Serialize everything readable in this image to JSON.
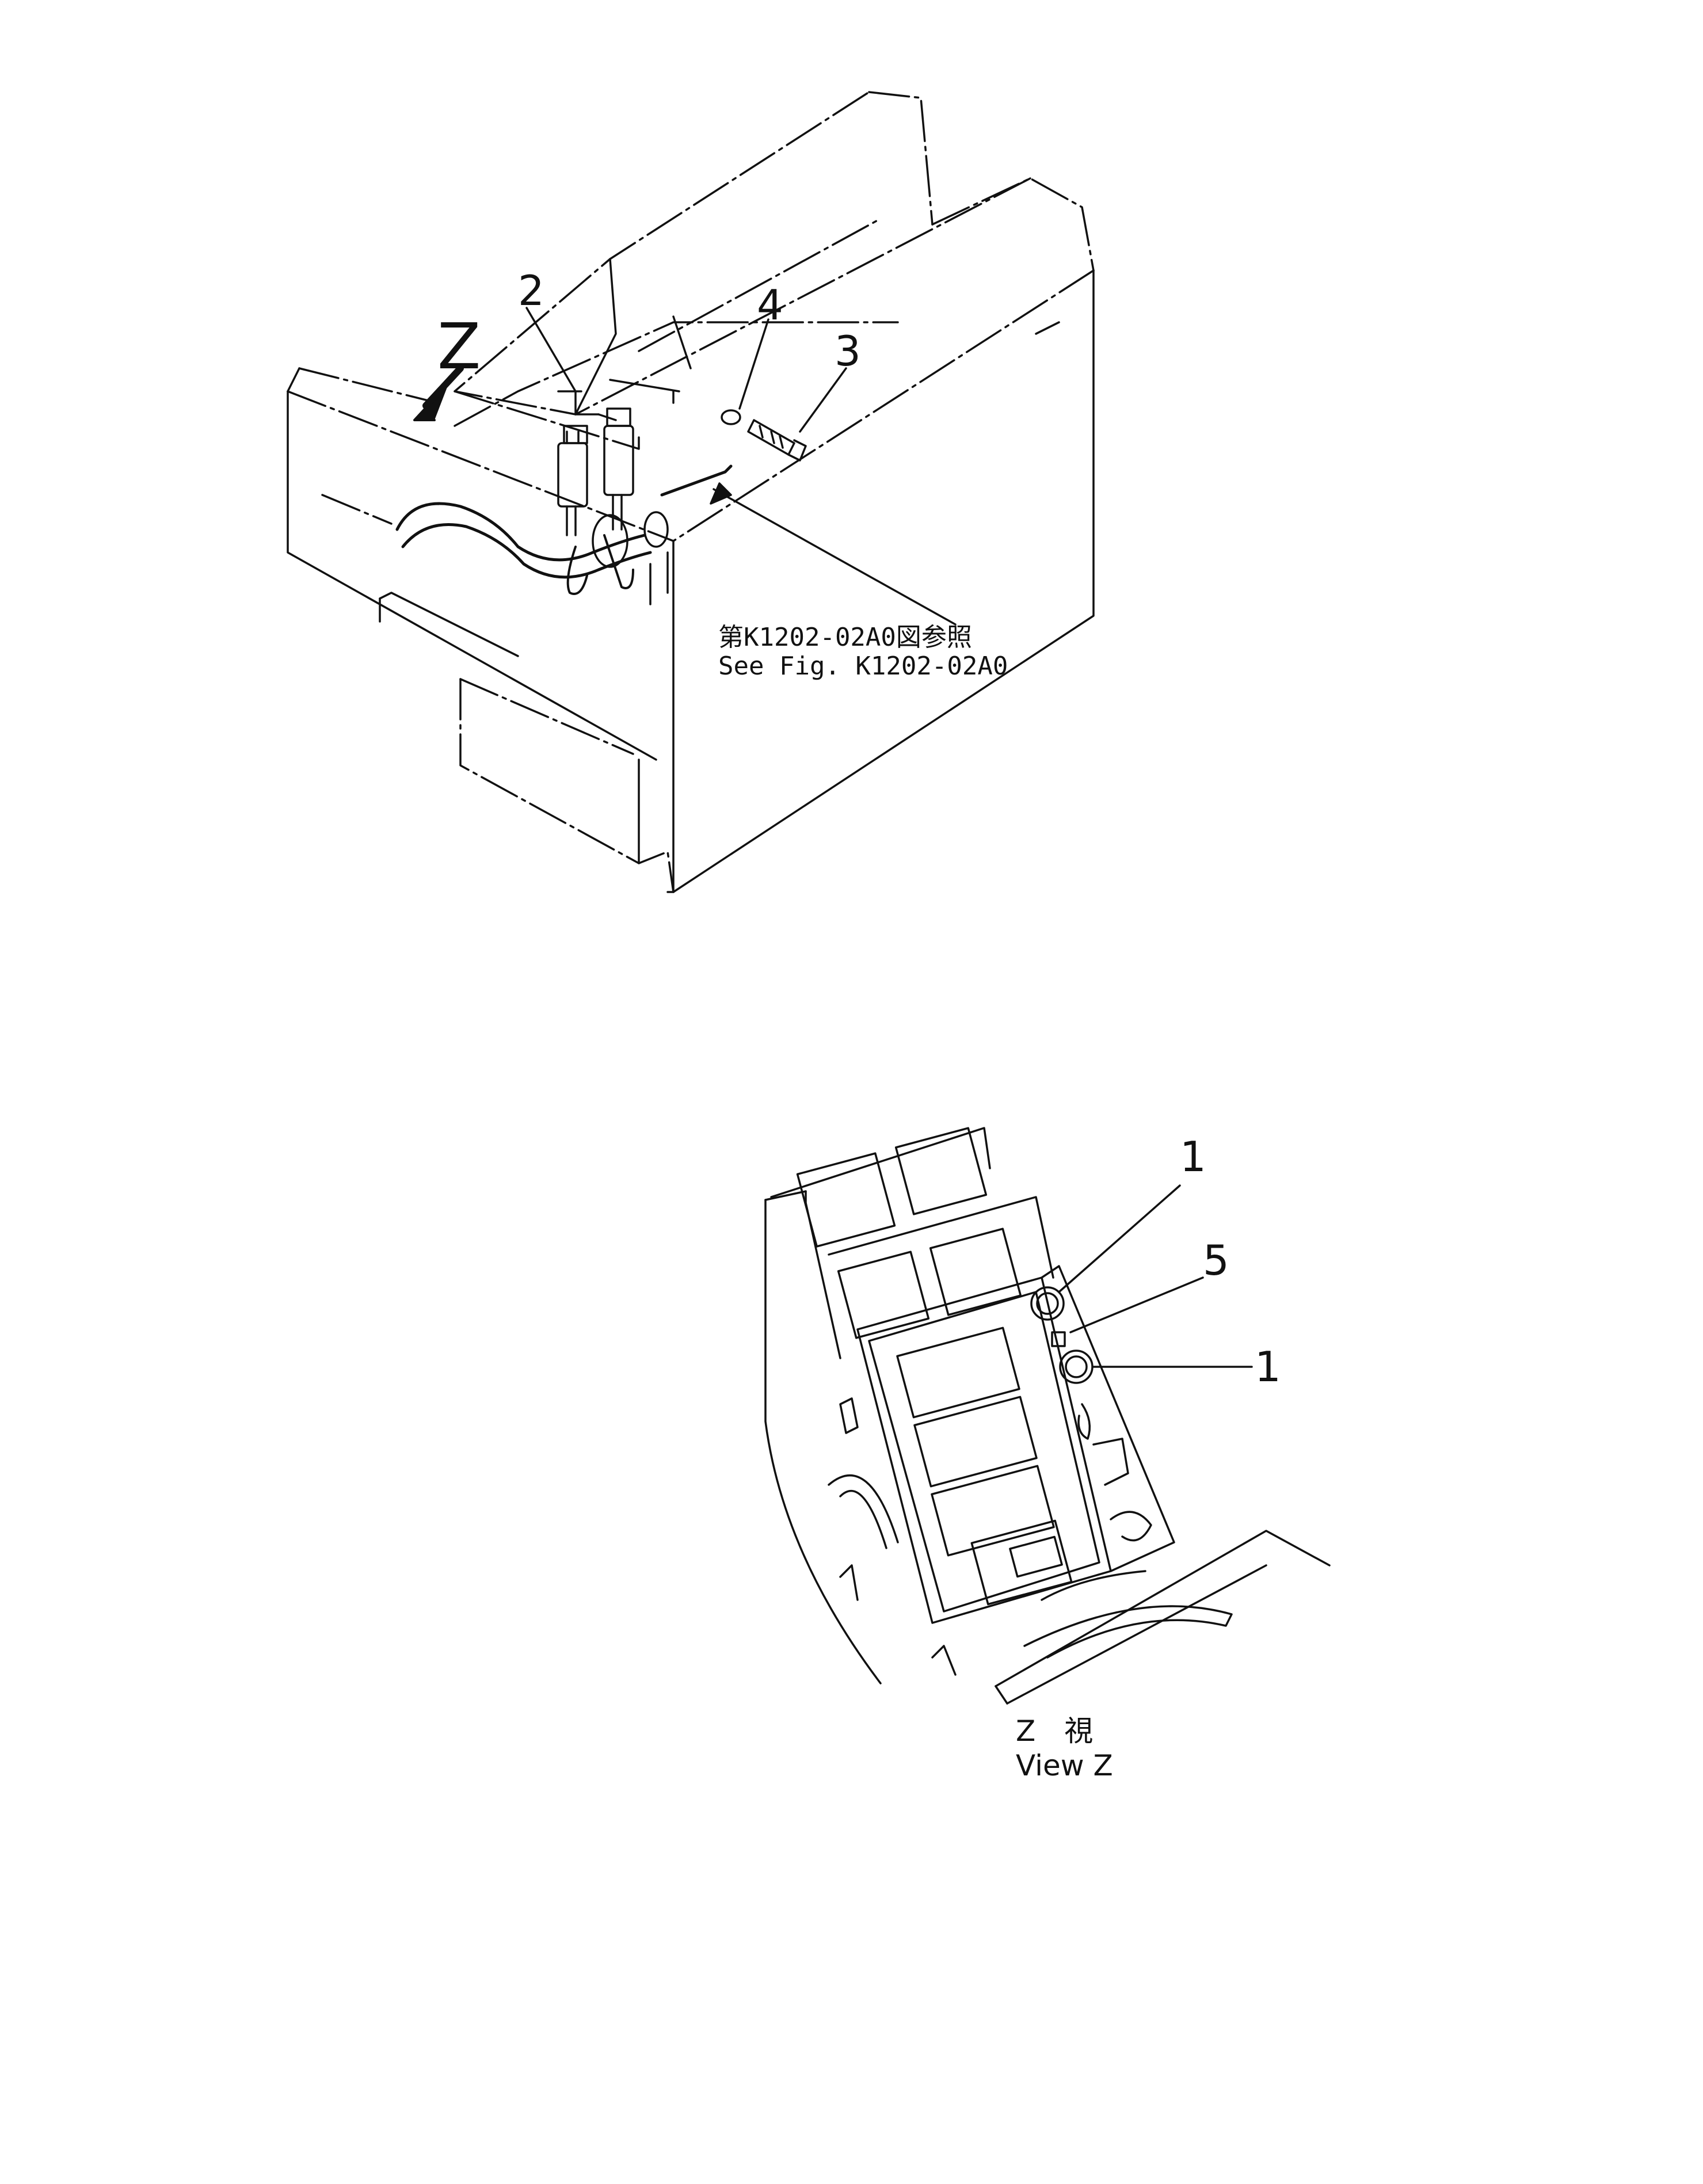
{
  "callouts": {
    "part_1_upper": "1",
    "part_1_lower": "1",
    "part_2": "2",
    "part_3": "3",
    "part_4": "4",
    "part_5": "5"
  },
  "view_arrow_label": "Z",
  "reference_note": {
    "japanese": "第K1202-02A0図参照",
    "english": "See Fig. K1202-02A0"
  },
  "view_caption": {
    "japanese": "Z　視",
    "english": "View Z"
  },
  "colors": {
    "line": "#111111",
    "background": "#ffffff"
  }
}
